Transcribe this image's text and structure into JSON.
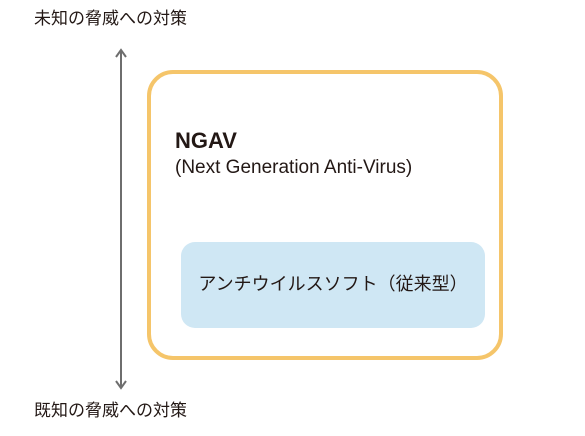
{
  "axis": {
    "top_label": "未知の脅威への対策",
    "bottom_label": "既知の脅威への対策"
  },
  "ngav": {
    "title": "NGAV",
    "subtitle": "(Next Generation Anti-Virus)"
  },
  "legacy": {
    "label": "アンチウイルスソフト（従来型）"
  },
  "colors": {
    "ngav_border": "#f5c56a",
    "legacy_fill": "#cfe7f4",
    "axis_line": "#6e6e6e",
    "text": "#231815"
  }
}
